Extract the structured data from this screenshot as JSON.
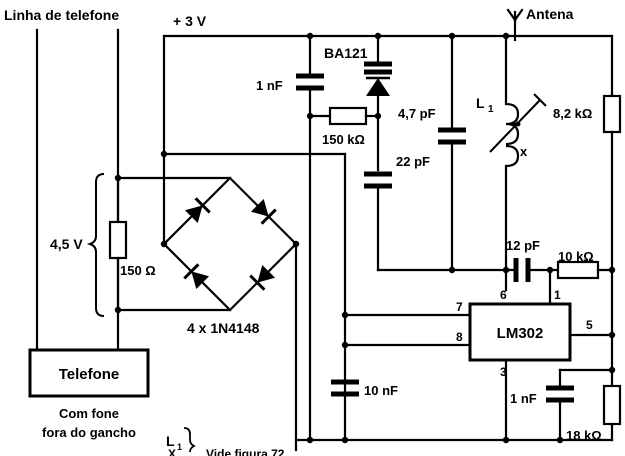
{
  "labels": {
    "phone_line": "Linha de telefone",
    "supply": "+ 3 V",
    "antenna": "Antena",
    "diode_ba121": "BA121",
    "cap_1nf_top": "1 nF",
    "res_150k": "150 kΩ",
    "cap_22pf": "22 pF",
    "cap_4_7pf": "4,7 pF",
    "inductor": "L",
    "inductor_sub": "1",
    "x_mark": "x",
    "res_8_2k": "8,2 kΩ",
    "voltage": "4,5 V",
    "res_150": "150 Ω",
    "bridge": "4 x 1N4148",
    "cap_12pf": "12 pF",
    "res_10k": "10 kΩ",
    "ic": "LM302",
    "pin6": "6",
    "pin1": "1",
    "pin7": "7",
    "pin8": "8",
    "pin5": "5",
    "pin3": "3",
    "cap_10nf": "10 nF",
    "cap_1nf_bottom": "1 nF",
    "res_18k": "18 kΩ",
    "telephone": "Telefone",
    "caption_line1": "Com fone",
    "caption_line2": "fora do gancho",
    "footnote_l": "L",
    "footnote_sub": "1",
    "footnote_x": "X",
    "footnote_text": "Vide figura 72"
  }
}
